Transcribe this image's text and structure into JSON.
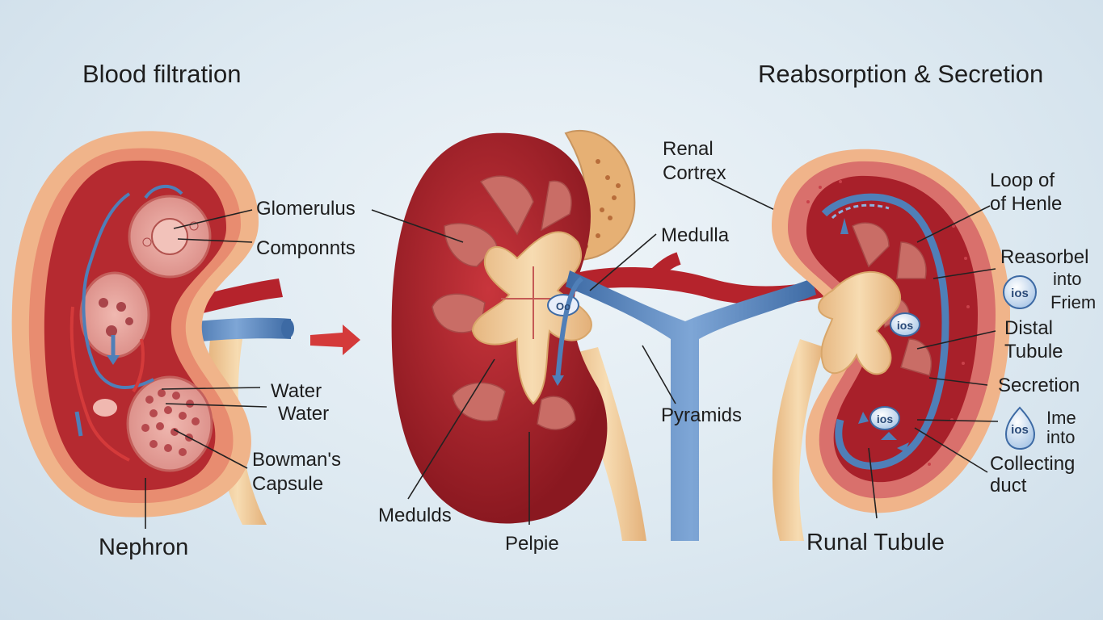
{
  "titles": {
    "left": "Blood filtration",
    "right": "Reabsorption & Secretion"
  },
  "left_labels": {
    "glomerulus": "Glomerulus",
    "components": "Componnts",
    "water1": "Water",
    "water2": "Water",
    "bowmans1": "Bowman's",
    "bowmans2": "Capsule",
    "nephron": "Nephron"
  },
  "center_labels": {
    "renal": "Renal",
    "cortrex": "Cortrex",
    "medulla": "Medulla",
    "pyramids": "Pyramids",
    "meduls": "Medulds",
    "pelpie": "Pelpie",
    "center_ion": "Oo"
  },
  "right_labels": {
    "loop1": "Loop of",
    "loop2": "of Henle",
    "reasorbel": "Reasorbel",
    "into": "into",
    "friem": "Friem",
    "distal": "Distal",
    "tubule": "Tubule",
    "secretion": "Secretion",
    "ime": "Ime",
    "into2": "into",
    "collecting": "Collecting",
    "duct": "duct",
    "runal": "Runal Tubule",
    "ion_label": "ios"
  },
  "colors": {
    "outer_capsule": "#f0b48a",
    "kidney_red": "#a8202a",
    "cortex_pink": "#d9706c",
    "medulla_tan": "#f2d29a",
    "vein_blue": "#4f7fb8",
    "artery_red": "#b5232c",
    "ureter_tan": "#eec595",
    "arrow_red": "#d43a3a"
  }
}
